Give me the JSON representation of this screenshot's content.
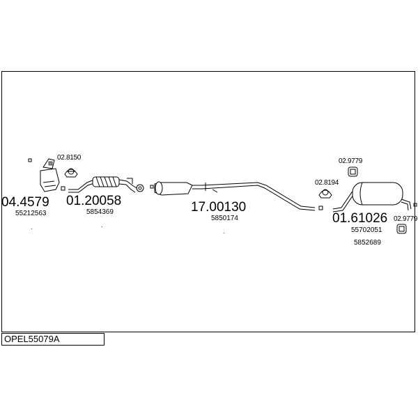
{
  "diagram": {
    "code": "OPEL55079A",
    "parts": [
      {
        "number": "04.4579",
        "ref": "55212563"
      },
      {
        "number": "01.20058",
        "ref": "5854369"
      },
      {
        "number": "17.00130",
        "ref": "5850174"
      },
      {
        "number": "01.61026",
        "ref": "55702051",
        "ref2": "5852689"
      }
    ],
    "clamps": [
      {
        "number": "02.8150"
      },
      {
        "number": "02.9779"
      },
      {
        "number": "02.8194"
      },
      {
        "number": "02.9779"
      }
    ],
    "marker": "."
  }
}
